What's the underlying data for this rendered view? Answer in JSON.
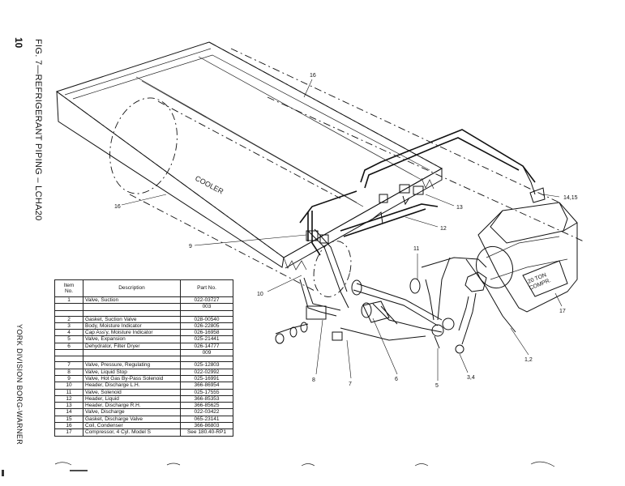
{
  "page": {
    "page_number": "10",
    "figure_caption": "FIG. 7—REFRIGERANT PIPING – LCHA20",
    "side_footer": "YORK DIVISION BORG-WARNER"
  },
  "drawing": {
    "cooler_label": "COOLER",
    "compressor_label_line1": "20 TON",
    "compressor_label_line2": "COMPR.",
    "callouts": [
      "16",
      "16",
      "13",
      "14,15",
      "12",
      "9",
      "11",
      "10",
      "17",
      "1,2",
      "3,4",
      "8",
      "7",
      "6",
      "5"
    ]
  },
  "parts_table": {
    "headers": {
      "item": "Item",
      "item_no": "No.",
      "description": "Description",
      "part_no": "Part No."
    },
    "rows": [
      {
        "item": "1",
        "description": "Valve, Suction",
        "part_no": "022-03727"
      },
      {
        "item": "",
        "description": "",
        "part_no": "003"
      },
      {
        "item": "2",
        "description": "Gasket, Suction Valve",
        "part_no": "028-00540"
      },
      {
        "item": "3",
        "description": "Body, Moisture Indicator",
        "part_no": "026-22805"
      },
      {
        "item": "4",
        "description": "Cap Ass'y, Moisture Indicator",
        "part_no": "026-16958"
      },
      {
        "item": "5",
        "description": "Valve, Expansion",
        "part_no": "025-21441"
      },
      {
        "item": "6",
        "description": "Dehydrator, Filter Dryer",
        "part_no": "026-14777"
      },
      {
        "item": "",
        "description": "",
        "part_no": "009"
      },
      {
        "item": "7",
        "description": "Valve, Pressure, Regulating",
        "part_no": "025-12803"
      },
      {
        "item": "8",
        "description": "Valve, Liquid Stop",
        "part_no": "022-02992"
      },
      {
        "item": "9",
        "description": "Valve, Hot Gas By-Pass Solenoid",
        "part_no": "025-16991"
      },
      {
        "item": "10",
        "description": "Header, Discharge L.H.",
        "part_no": "366-86954"
      },
      {
        "item": "11",
        "description": "Valve, Solenoid",
        "part_no": "025-17555"
      },
      {
        "item": "12",
        "description": "Header, Liquid",
        "part_no": "366-85353"
      },
      {
        "item": "13",
        "description": "Header, Discharge R.H.",
        "part_no": "366-85625"
      },
      {
        "item": "14",
        "description": "Valve, Discharge",
        "part_no": "022-03422"
      },
      {
        "item": "15",
        "description": "Gasket, Discharge Valve",
        "part_no": "065-23141"
      },
      {
        "item": "16",
        "description": "Coil, Condenser",
        "part_no": "366-86803"
      },
      {
        "item": "17",
        "description": "Compressor, 4 Cyl. Model S",
        "part_no": "See 180.40-RP1"
      }
    ]
  }
}
